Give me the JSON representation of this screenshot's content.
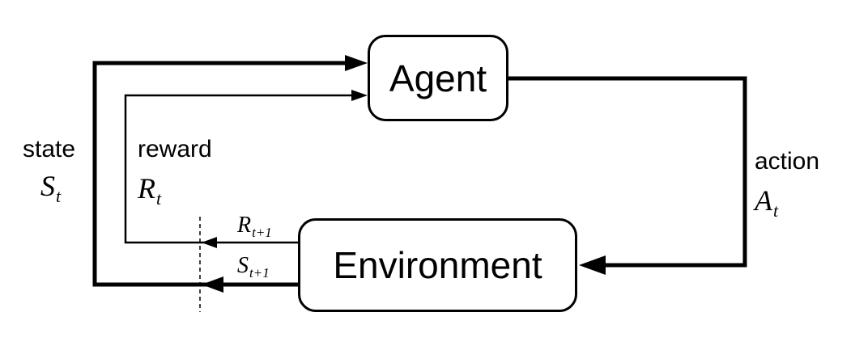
{
  "agent": {
    "label": "Agent"
  },
  "environment": {
    "label": "Environment"
  },
  "state": {
    "label": "state",
    "symbol": "S",
    "subscript": "t"
  },
  "reward": {
    "label": "reward",
    "symbol": "R",
    "subscript": "t"
  },
  "action": {
    "label": "action",
    "symbol": "A",
    "subscript": "t"
  },
  "next_reward": {
    "symbol": "R",
    "subscript": "t+1"
  },
  "next_state": {
    "symbol": "S",
    "subscript": "t+1"
  }
}
